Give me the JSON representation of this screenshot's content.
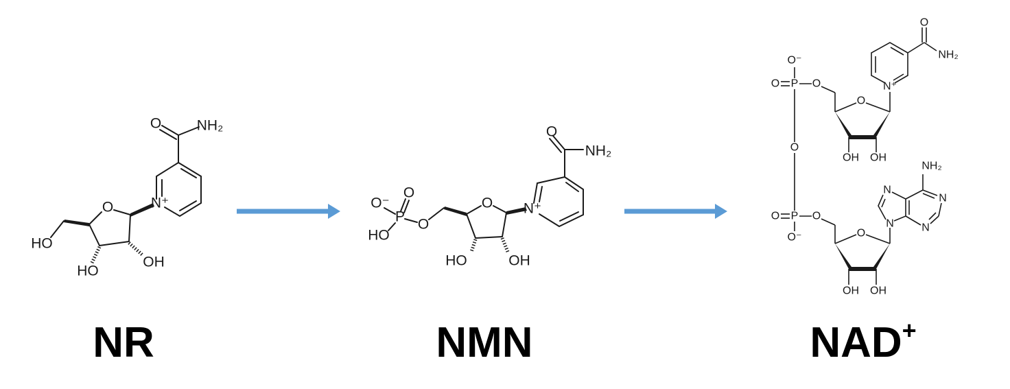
{
  "molecules": [
    {
      "name": "NR",
      "atoms": [
        "O",
        "NH₂",
        "N⁺",
        "O",
        "HO",
        "HO",
        "OH"
      ]
    },
    {
      "name": "NMN",
      "atoms": [
        "O",
        "NH₂",
        "N⁺",
        "O",
        "O",
        "P",
        "O⁻",
        "O",
        "HO",
        "HO",
        "OH"
      ]
    },
    {
      "name": "NAD",
      "superscript": "+",
      "atoms": [
        "O⁻",
        "O",
        "P",
        "O",
        "O",
        "N⁺",
        "O",
        "NH₂",
        "OH",
        "OH",
        "O",
        "O",
        "P",
        "O",
        "O⁻",
        "O",
        "OH",
        "OH",
        "N",
        "N",
        "N",
        "N",
        "NH₂"
      ]
    }
  ],
  "arrows": [
    {
      "from": "NR",
      "to": "NMN",
      "color": "#5b9bd5"
    },
    {
      "from": "NMN",
      "to": "NAD+",
      "color": "#5b9bd5"
    }
  ]
}
